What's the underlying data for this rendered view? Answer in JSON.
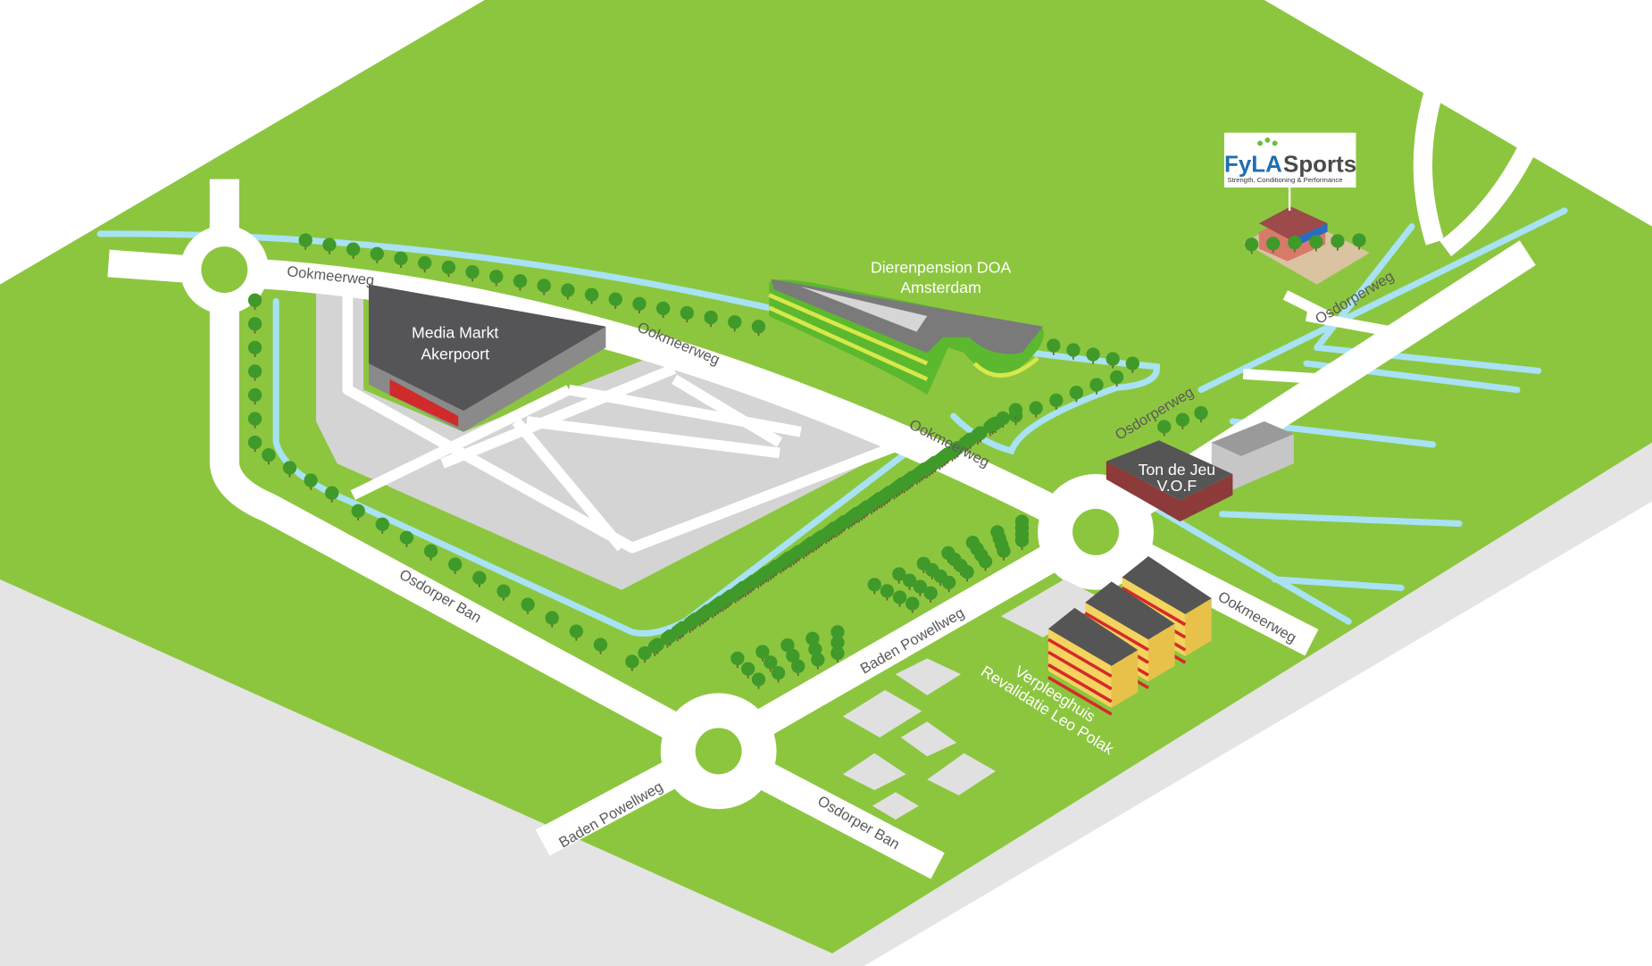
{
  "roads": {
    "ookmeerweg_1": "Ookmeerweg",
    "ookmeerweg_2": "Ookmeerweg",
    "ookmeerweg_3": "Ookmeerweg",
    "ookmeerweg_4": "Ookmeerweg",
    "osdorperweg_1": "Osdorperweg",
    "osdorperweg_2": "Osdorperweg",
    "osdorper_ban_1": "Osdorper Ban",
    "osdorper_ban_2": "Osdorper Ban",
    "baden_powellweg_1": "Baden Powellweg",
    "baden_powellweg_2": "Baden Powellweg"
  },
  "buildings": {
    "media_markt": [
      "Media Markt",
      "Akerpoort"
    ],
    "dierenpension": [
      "Dierenpension DOA",
      "Amsterdam"
    ],
    "ton_de_jeu": [
      "Ton de Jeu",
      "V.O.F"
    ],
    "verpleeghuis": [
      "Verpleeghuis",
      "Revalidatie Leo Polak"
    ]
  },
  "fyla": {
    "brand_a": "FyLA",
    "brand_b": "Sports",
    "tagline": "Strength, Conditioning & Performance"
  },
  "colors": {
    "grass": "#8cc63f",
    "ground_edge": "#e4e4e4",
    "road": "#ffffff",
    "water": "#a8e2f4",
    "tree": "#3f9a2a",
    "fyla_blue": "#1f6db5"
  }
}
